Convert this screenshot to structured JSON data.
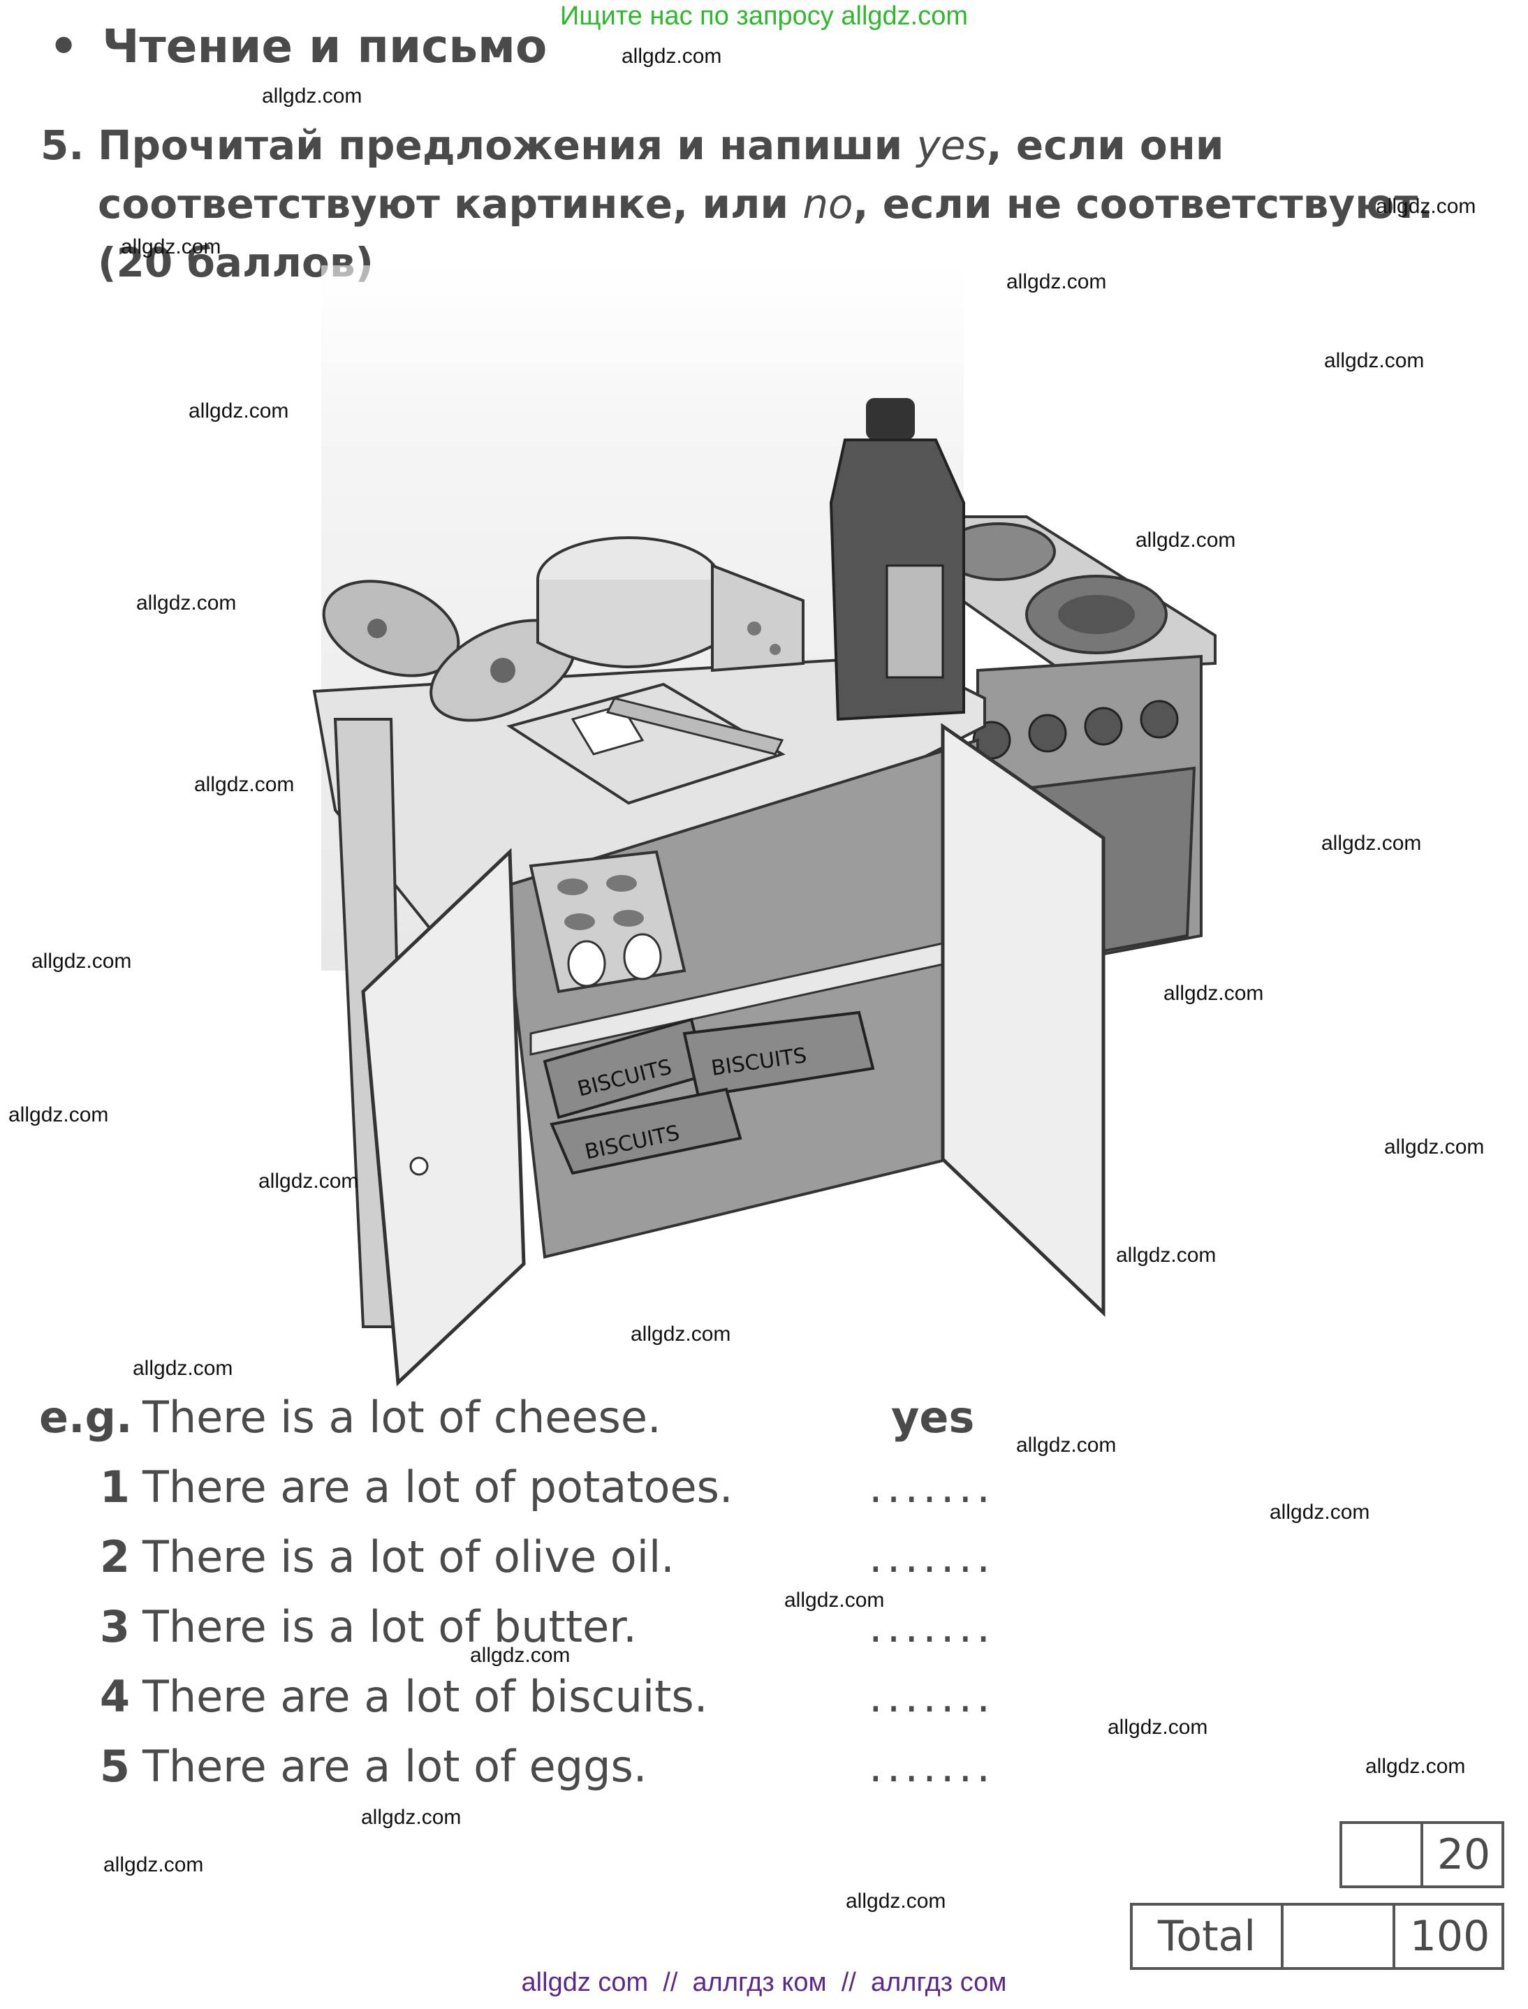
{
  "top_banner": "Ищите нас по запросу allgdz.com",
  "section": {
    "bullet": "•",
    "title": "Чтение и письмо"
  },
  "task": {
    "number": "5.",
    "text_a": "Прочитай предложения и напиши ",
    "word_yes": "yes",
    "text_b": ", если они соответствуют картинке, или ",
    "word_no": "no",
    "text_c": ", если не соответствуют. (20 баллов)"
  },
  "illustration": {
    "biscuits_label": "BISCUITS"
  },
  "sentences": [
    {
      "num": "e.g.",
      "text": "There is a lot of cheese.",
      "answer": "yes"
    },
    {
      "num": "1",
      "text": "There are a lot of potatoes.",
      "answer": "......."
    },
    {
      "num": "2",
      "text": "There is a lot of olive oil.",
      "answer": "......."
    },
    {
      "num": "3",
      "text": "There is a lot of butter.",
      "answer": "......."
    },
    {
      "num": "4",
      "text": "There are a lot of biscuits.",
      "answer": "......."
    },
    {
      "num": "5",
      "text": "There are a lot of eggs.",
      "answer": "......."
    }
  ],
  "score": {
    "max": "20",
    "total_label": "Total",
    "total_max": "100"
  },
  "watermark": "allgdz.com",
  "footer": "allgdz com  //  аллгдз ком  //  аллгдз сом"
}
